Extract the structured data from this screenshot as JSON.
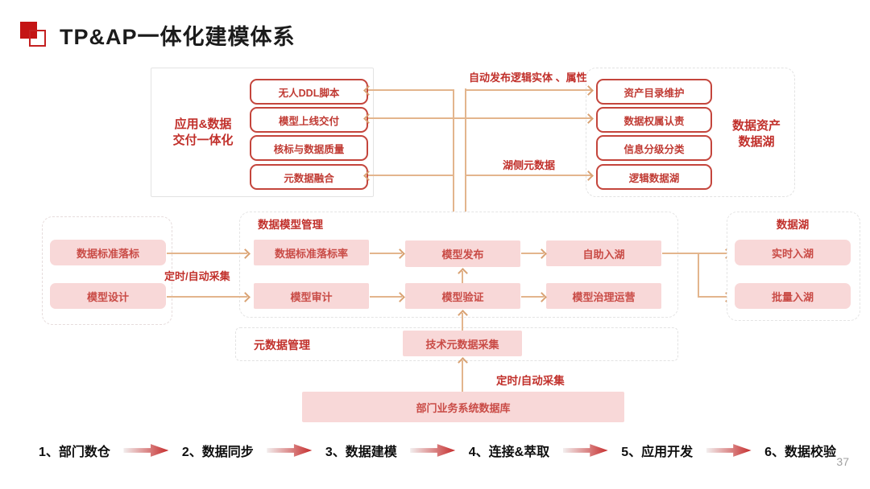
{
  "header": {
    "title": "TP&AP一体化建模体系"
  },
  "colors": {
    "accent_red": "#c41414",
    "label_red": "#c1302b",
    "box_fill_pink": "#f8d8d8",
    "box_border_red": "#c4453c",
    "connector_tan": "#e3b58d",
    "step_arrow_red": "#c62d2d"
  },
  "delivery_group": {
    "label_line1": "应用&数据",
    "label_line2": "交付一体化",
    "items": [
      "无人DDL脚本",
      "模型上线交付",
      "核标与数据质量",
      "元数据融合"
    ]
  },
  "asset_group": {
    "label_line1": "数据资产",
    "label_line2": "数据湖",
    "items": [
      "资产目录维护",
      "数据权属认责",
      "信息分级分类",
      "逻辑数据湖"
    ]
  },
  "flow_labels": {
    "auto_publish": "自动发布逻辑实体 、属性",
    "lake_metadata": "湖侧元数据",
    "timed_collect_left": "定时/自动采集",
    "timed_collect_bottom": "定时/自动采集"
  },
  "left_group": {
    "items": [
      "数据标准落标",
      "模型设计"
    ]
  },
  "model_mgmt_group": {
    "label": "数据模型管理",
    "items": [
      "数据标准落标率",
      "模型审计",
      "模型发布",
      "模型验证",
      "自助入湖",
      "模型治理运营"
    ]
  },
  "lake_group": {
    "label": "数据湖",
    "items": [
      "实时入湖",
      "批量入湖"
    ]
  },
  "metadata_group": {
    "label": "元数据管理",
    "item": "技术元数据采集"
  },
  "source_box": {
    "label": "部门业务系统数据库"
  },
  "steps": [
    "1、部门数仓",
    "2、数据同步",
    "3、数据建模",
    "4、连接&萃取",
    "5、应用开发",
    "6、数据校验"
  ],
  "page": {
    "number": "37"
  }
}
